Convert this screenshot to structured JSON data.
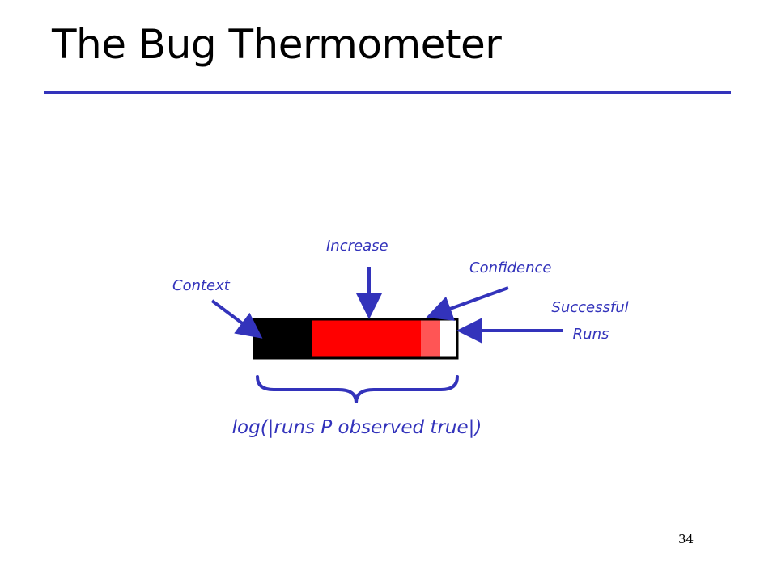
{
  "slide": {
    "title": "The Bug Thermometer",
    "page_number": "34"
  },
  "colors": {
    "accent": "#3333bb",
    "context": "#000000",
    "increase": "#ff0000",
    "confidence": "#ff5555",
    "successful_runs": "#ffffff"
  },
  "thermometer": {
    "labels": {
      "context": "Context",
      "increase": "Increase",
      "confidence": "Confidence",
      "successful_runs_line1": "Successful",
      "successful_runs_line2": "Runs"
    },
    "caption": "log(|runs P observed true|)"
  }
}
